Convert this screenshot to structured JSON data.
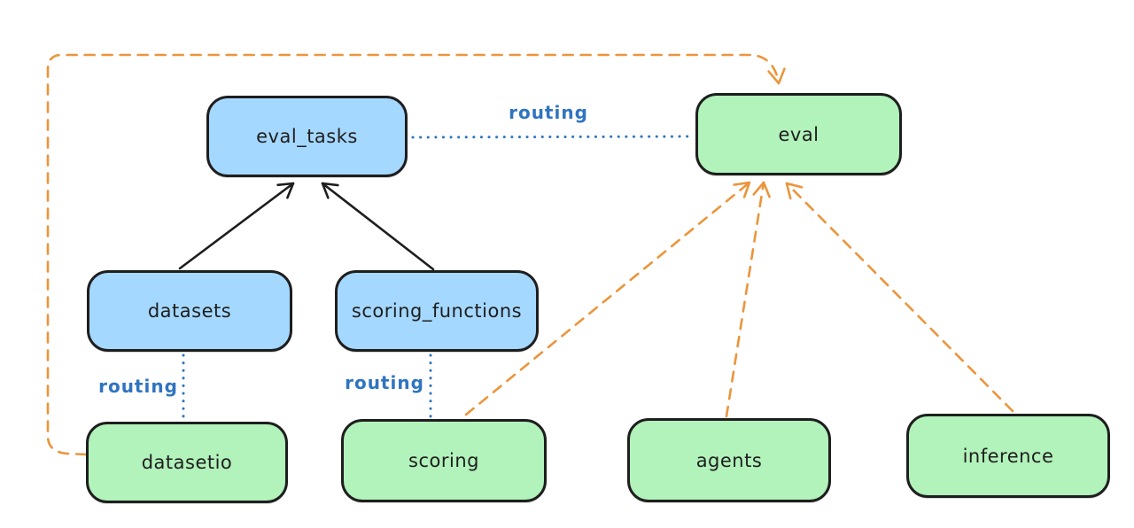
{
  "diagram": {
    "nodes": {
      "eval_tasks": {
        "label": "eval_tasks",
        "color": "#a5d8ff"
      },
      "eval": {
        "label": "eval",
        "color": "#b2f2bb"
      },
      "datasets": {
        "label": "datasets",
        "color": "#a5d8ff"
      },
      "scoring_functions": {
        "label": "scoring_functions",
        "color": "#a5d8ff"
      },
      "datasetio": {
        "label": "datasetio",
        "color": "#b2f2bb"
      },
      "scoring": {
        "label": "scoring",
        "color": "#b2f2bb"
      },
      "agents": {
        "label": "agents",
        "color": "#b2f2bb"
      },
      "inference": {
        "label": "inference",
        "color": "#b2f2bb"
      }
    },
    "edges": {
      "eval_tasks_to_eval": {
        "label": "routing",
        "style": "dotted-blue"
      },
      "datasets_to_datasetio": {
        "label": "routing",
        "style": "dotted-blue"
      },
      "scoring_functions_to_scoring": {
        "label": "routing",
        "style": "dotted-blue"
      },
      "datasets_to_eval_tasks": {
        "style": "solid-black-arrow"
      },
      "scoring_functions_to_eval_tasks": {
        "style": "solid-black-arrow"
      },
      "datasetio_to_eval": {
        "style": "dashed-orange-arrow"
      },
      "scoring_to_eval": {
        "style": "dashed-orange-arrow"
      },
      "agents_to_eval": {
        "style": "dashed-orange-arrow"
      },
      "inference_to_eval": {
        "style": "dashed-orange-arrow"
      }
    },
    "colors": {
      "stroke": "#1e1e1e",
      "blue_fill": "#a5d8ff",
      "green_fill": "#b2f2bb",
      "routing_blue": "#2f74c0",
      "orange": "#eb953c",
      "background": "#ffffff"
    }
  }
}
